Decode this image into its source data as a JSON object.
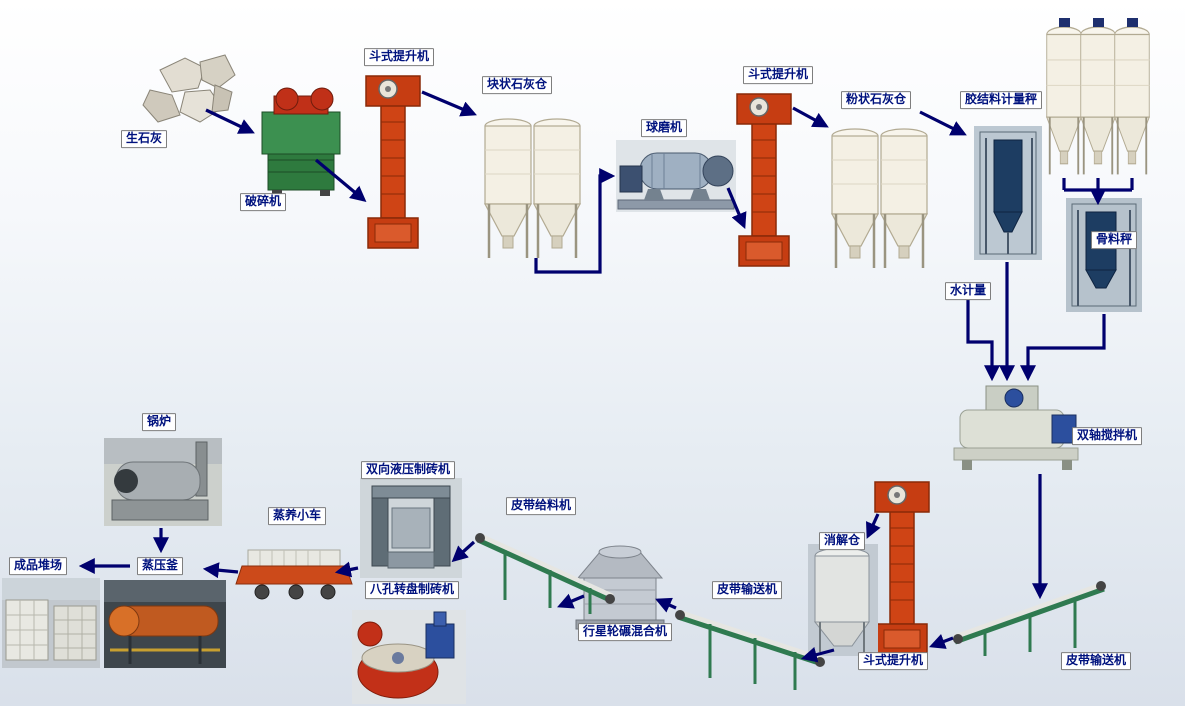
{
  "diagram": {
    "type": "process-flow",
    "subject": "sand-lime brick production line flow chart",
    "labels": {
      "quicklime": "生石灰",
      "crusher": "破碎机",
      "bucket_elevator_1": "斗式提升机",
      "lump_lime_silo": "块状石灰仓",
      "ball_mill": "球磨机",
      "bucket_elevator_2": "斗式提升机",
      "powder_lime_silo": "粉状石灰仓",
      "binder_scale": "胶结料计量秤",
      "aggregate_scale": "骨料秤",
      "water_meter": "水计量",
      "twin_shaft_mixer": "双轴搅拌机",
      "belt_conveyor_right": "皮带输送机",
      "bucket_elevator_3": "斗式提升机",
      "digestion_silo": "消解仓",
      "belt_conveyor_mid": "皮带输送机",
      "planetary_mixer": "行星轮碾混合机",
      "belt_feeder": "皮带给料机",
      "rotary_brick_machine": "八孔转盘制砖机",
      "hydraulic_brick_machine": "双向液压制砖机",
      "curing_cart": "蒸养小车",
      "autoclave": "蒸压釜",
      "boiler": "锅炉",
      "product_yard": "成品堆场"
    },
    "connections": [
      {
        "from": "quicklime",
        "to": "crusher"
      },
      {
        "from": "crusher",
        "to": "bucket_elevator_1"
      },
      {
        "from": "bucket_elevator_1",
        "to": "lump_lime_silo"
      },
      {
        "from": "lump_lime_silo",
        "to": "ball_mill"
      },
      {
        "from": "ball_mill",
        "to": "bucket_elevator_2"
      },
      {
        "from": "bucket_elevator_2",
        "to": "powder_lime_silo"
      },
      {
        "from": "powder_lime_silo",
        "to": "binder_scale"
      },
      {
        "from": "storage_silos",
        "to": "aggregate_scale"
      },
      {
        "from": "binder_scale",
        "to": "twin_shaft_mixer"
      },
      {
        "from": "water_meter",
        "to": "twin_shaft_mixer"
      },
      {
        "from": "aggregate_scale",
        "to": "twin_shaft_mixer"
      },
      {
        "from": "twin_shaft_mixer",
        "to": "belt_conveyor_right"
      },
      {
        "from": "belt_conveyor_right",
        "to": "bucket_elevator_3"
      },
      {
        "from": "bucket_elevator_3",
        "to": "digestion_silo"
      },
      {
        "from": "digestion_silo",
        "to": "belt_conveyor_mid"
      },
      {
        "from": "belt_conveyor_mid",
        "to": "planetary_mixer"
      },
      {
        "from": "planetary_mixer",
        "to": "belt_feeder"
      },
      {
        "from": "belt_feeder",
        "to": "brick_machines"
      },
      {
        "from": "brick_machines",
        "to": "curing_cart"
      },
      {
        "from": "curing_cart",
        "to": "autoclave"
      },
      {
        "from": "boiler",
        "to": "autoclave"
      },
      {
        "from": "autoclave",
        "to": "product_yard"
      }
    ],
    "colors": {
      "arrow": "#00006e",
      "label_text": "#00127e",
      "label_bg": "#ffffff",
      "label_border": "#7d7d7d",
      "elevator_orange": "#c63d12",
      "silo_white": "#f4f0e4",
      "crusher_green": "#3c9050",
      "conveyor_green": "#2f7a50",
      "tank_navy": "#1d3d62",
      "background_top": "#ffffff",
      "background_bottom": "#d9e0ea"
    }
  }
}
